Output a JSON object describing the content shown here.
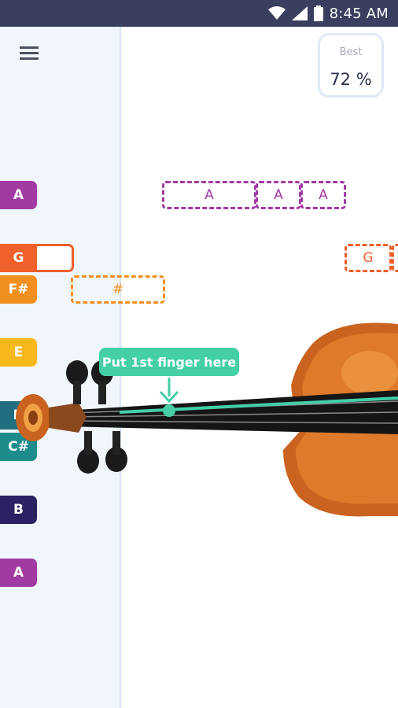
{
  "status_bar": {
    "time": "8:45 AM",
    "icons": [
      "wifi-icon",
      "signal-icon",
      "battery-icon"
    ]
  },
  "menu": {
    "icon": "hamburger-menu-icon"
  },
  "best": {
    "label": "Best",
    "value": "72 %"
  },
  "notes": [
    {
      "name": "A",
      "color": "#a23aa4"
    },
    {
      "name": "G",
      "color": "#f0602a"
    },
    {
      "name": "F#",
      "color": "#f2901f"
    },
    {
      "name": "E",
      "color": "#f8b81b"
    },
    {
      "name": "D",
      "color": "#1f6f80"
    },
    {
      "name": "C#",
      "color": "#1f8c8c"
    },
    {
      "name": "B",
      "color": "#2a2262"
    },
    {
      "name": "A",
      "color": "#a23aa4"
    }
  ],
  "tracks": {
    "a1": "A",
    "a2": "A",
    "a3": "A",
    "g": "G",
    "fsharp": "#"
  },
  "callout": {
    "text": "Put 1st finger here",
    "accent": "#44cfa6"
  }
}
